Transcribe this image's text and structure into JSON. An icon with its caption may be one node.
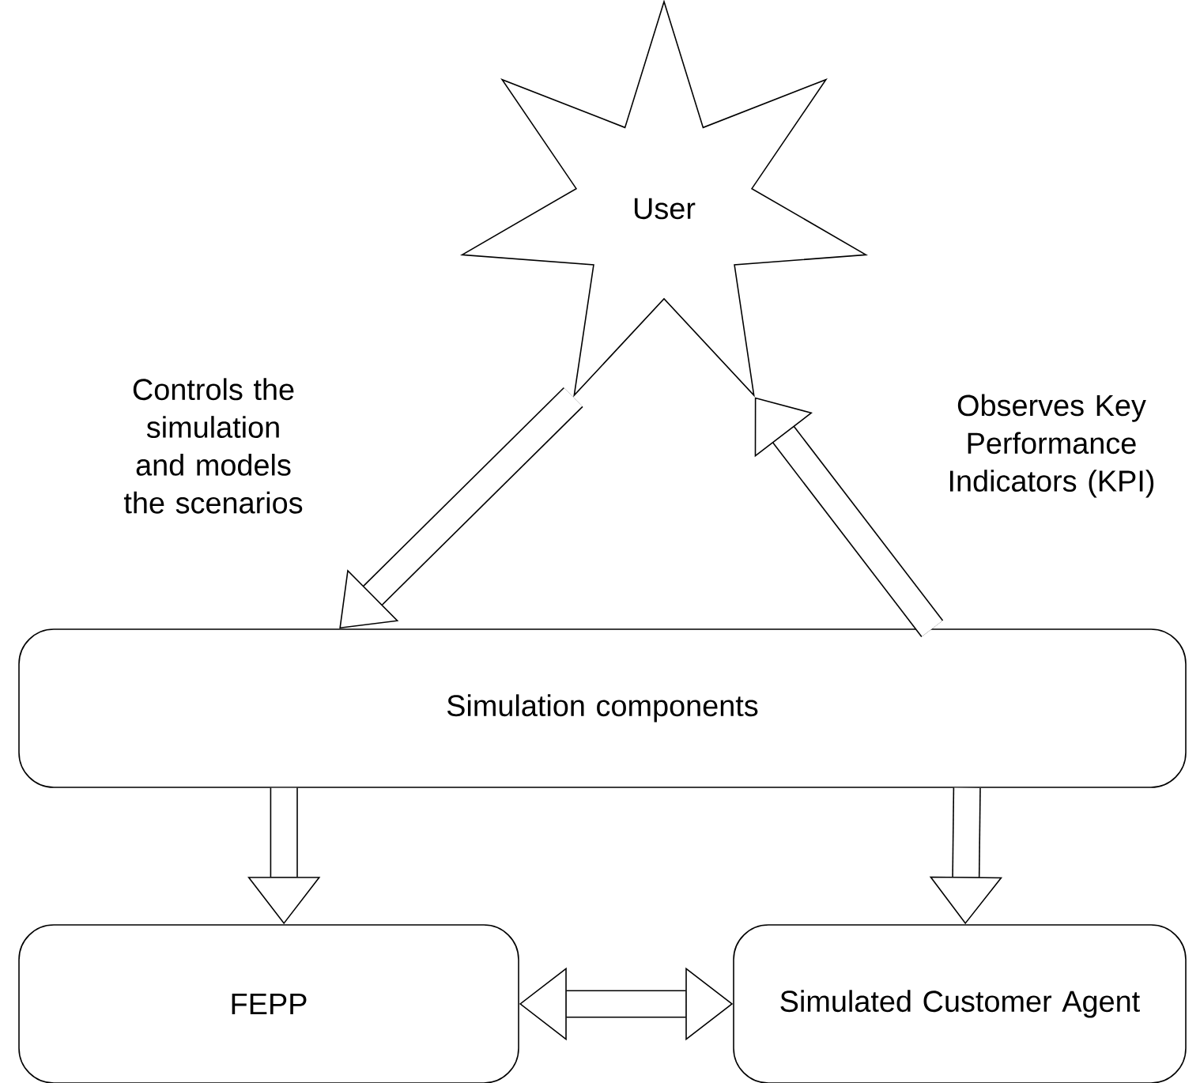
{
  "diagram": {
    "nodes": [
      {
        "text": [
          "User"
        ]
      },
      {
        "text": [
          "Simulation components"
        ]
      },
      {
        "text": [
          "FEPP"
        ]
      },
      {
        "text": [
          "Simulated Customer Agent"
        ]
      }
    ],
    "edges": [
      {
        "from": 0,
        "to": 1,
        "arrow": "to",
        "label": "Controls the simulation and models the scenarios"
      },
      {
        "from": 1,
        "to": 0,
        "arrow": "to",
        "label": "Observes Key Performance Indicators (KPI)"
      },
      {
        "from": 1,
        "to": 2,
        "arrow": "to"
      },
      {
        "from": 1,
        "to": 3,
        "arrow": "to"
      },
      {
        "from": 2,
        "to": 3,
        "arrow": "both"
      }
    ]
  }
}
